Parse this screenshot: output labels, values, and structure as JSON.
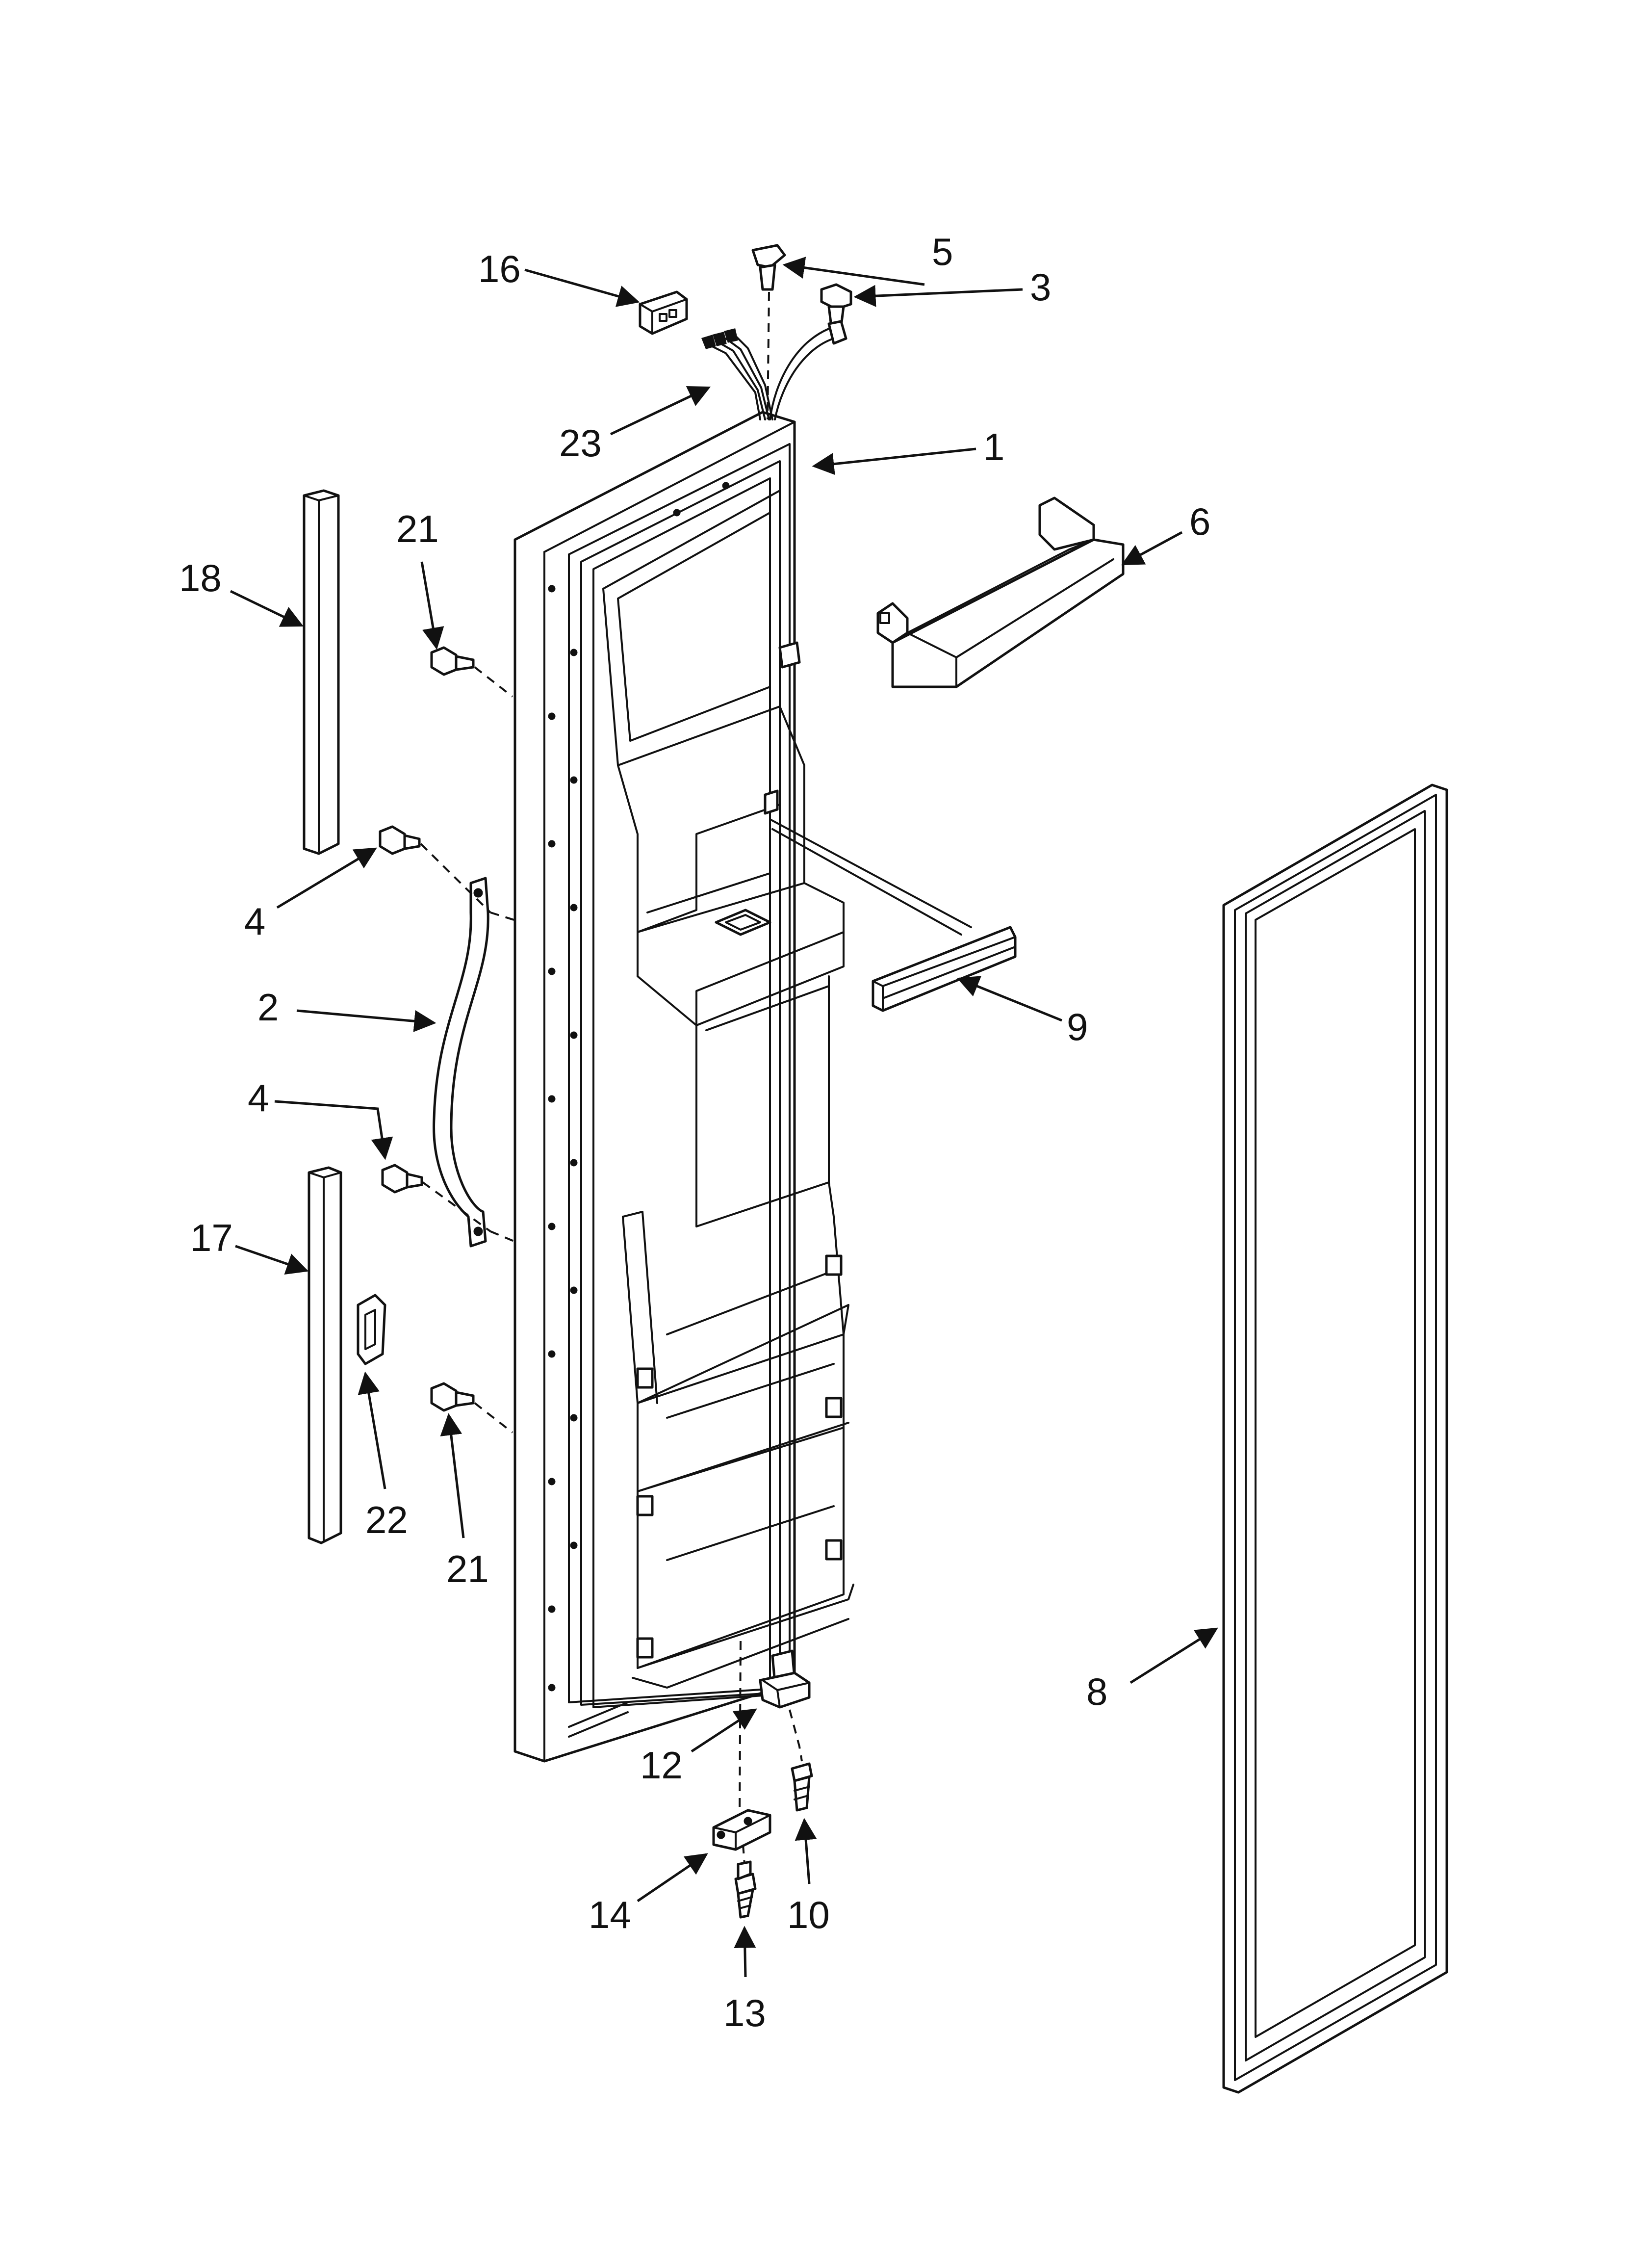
{
  "callouts": {
    "c1": "1",
    "c2": "2",
    "c3": "3",
    "c4a": "4",
    "c4b": "4",
    "c5": "5",
    "c6": "6",
    "c8": "8",
    "c9": "9",
    "c10": "10",
    "c12": "12",
    "c13": "13",
    "c14": "14",
    "c16": "16",
    "c17": "17",
    "c18": "18",
    "c21a": "21",
    "c21b": "21",
    "c22": "22",
    "c23": "23"
  }
}
